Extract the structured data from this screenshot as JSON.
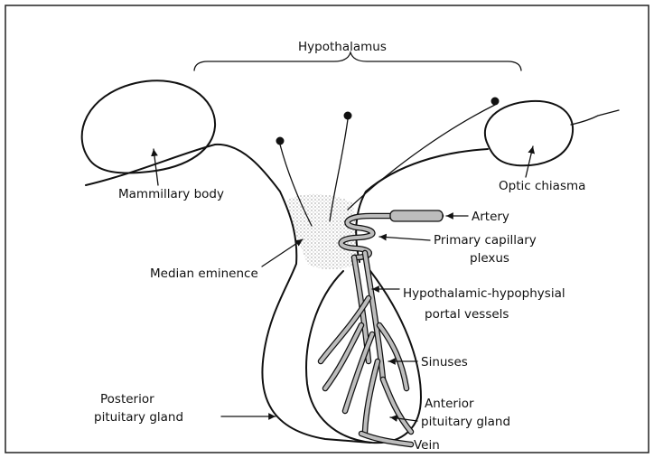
{
  "labels": {
    "hypothalamus": "Hypothalamus",
    "mammillary_body": "Mammillary body",
    "optic_chiasma": "Optic chiasma",
    "artery": "Artery",
    "primary_capillary_plexus_line1": "Primary capillary",
    "primary_capillary_plexus_line2": "plexus",
    "median_eminence": "Median eminence",
    "portal_vessels_line1": "Hypothalamic-hypophysial",
    "portal_vessels_line2": "portal vessels",
    "sinuses": "Sinuses",
    "posterior_line1": "Posterior",
    "posterior_line2": "pituitary gland",
    "anterior_line1": "Anterior",
    "anterior_line2": "pituitary gland",
    "vein": "Vein"
  }
}
